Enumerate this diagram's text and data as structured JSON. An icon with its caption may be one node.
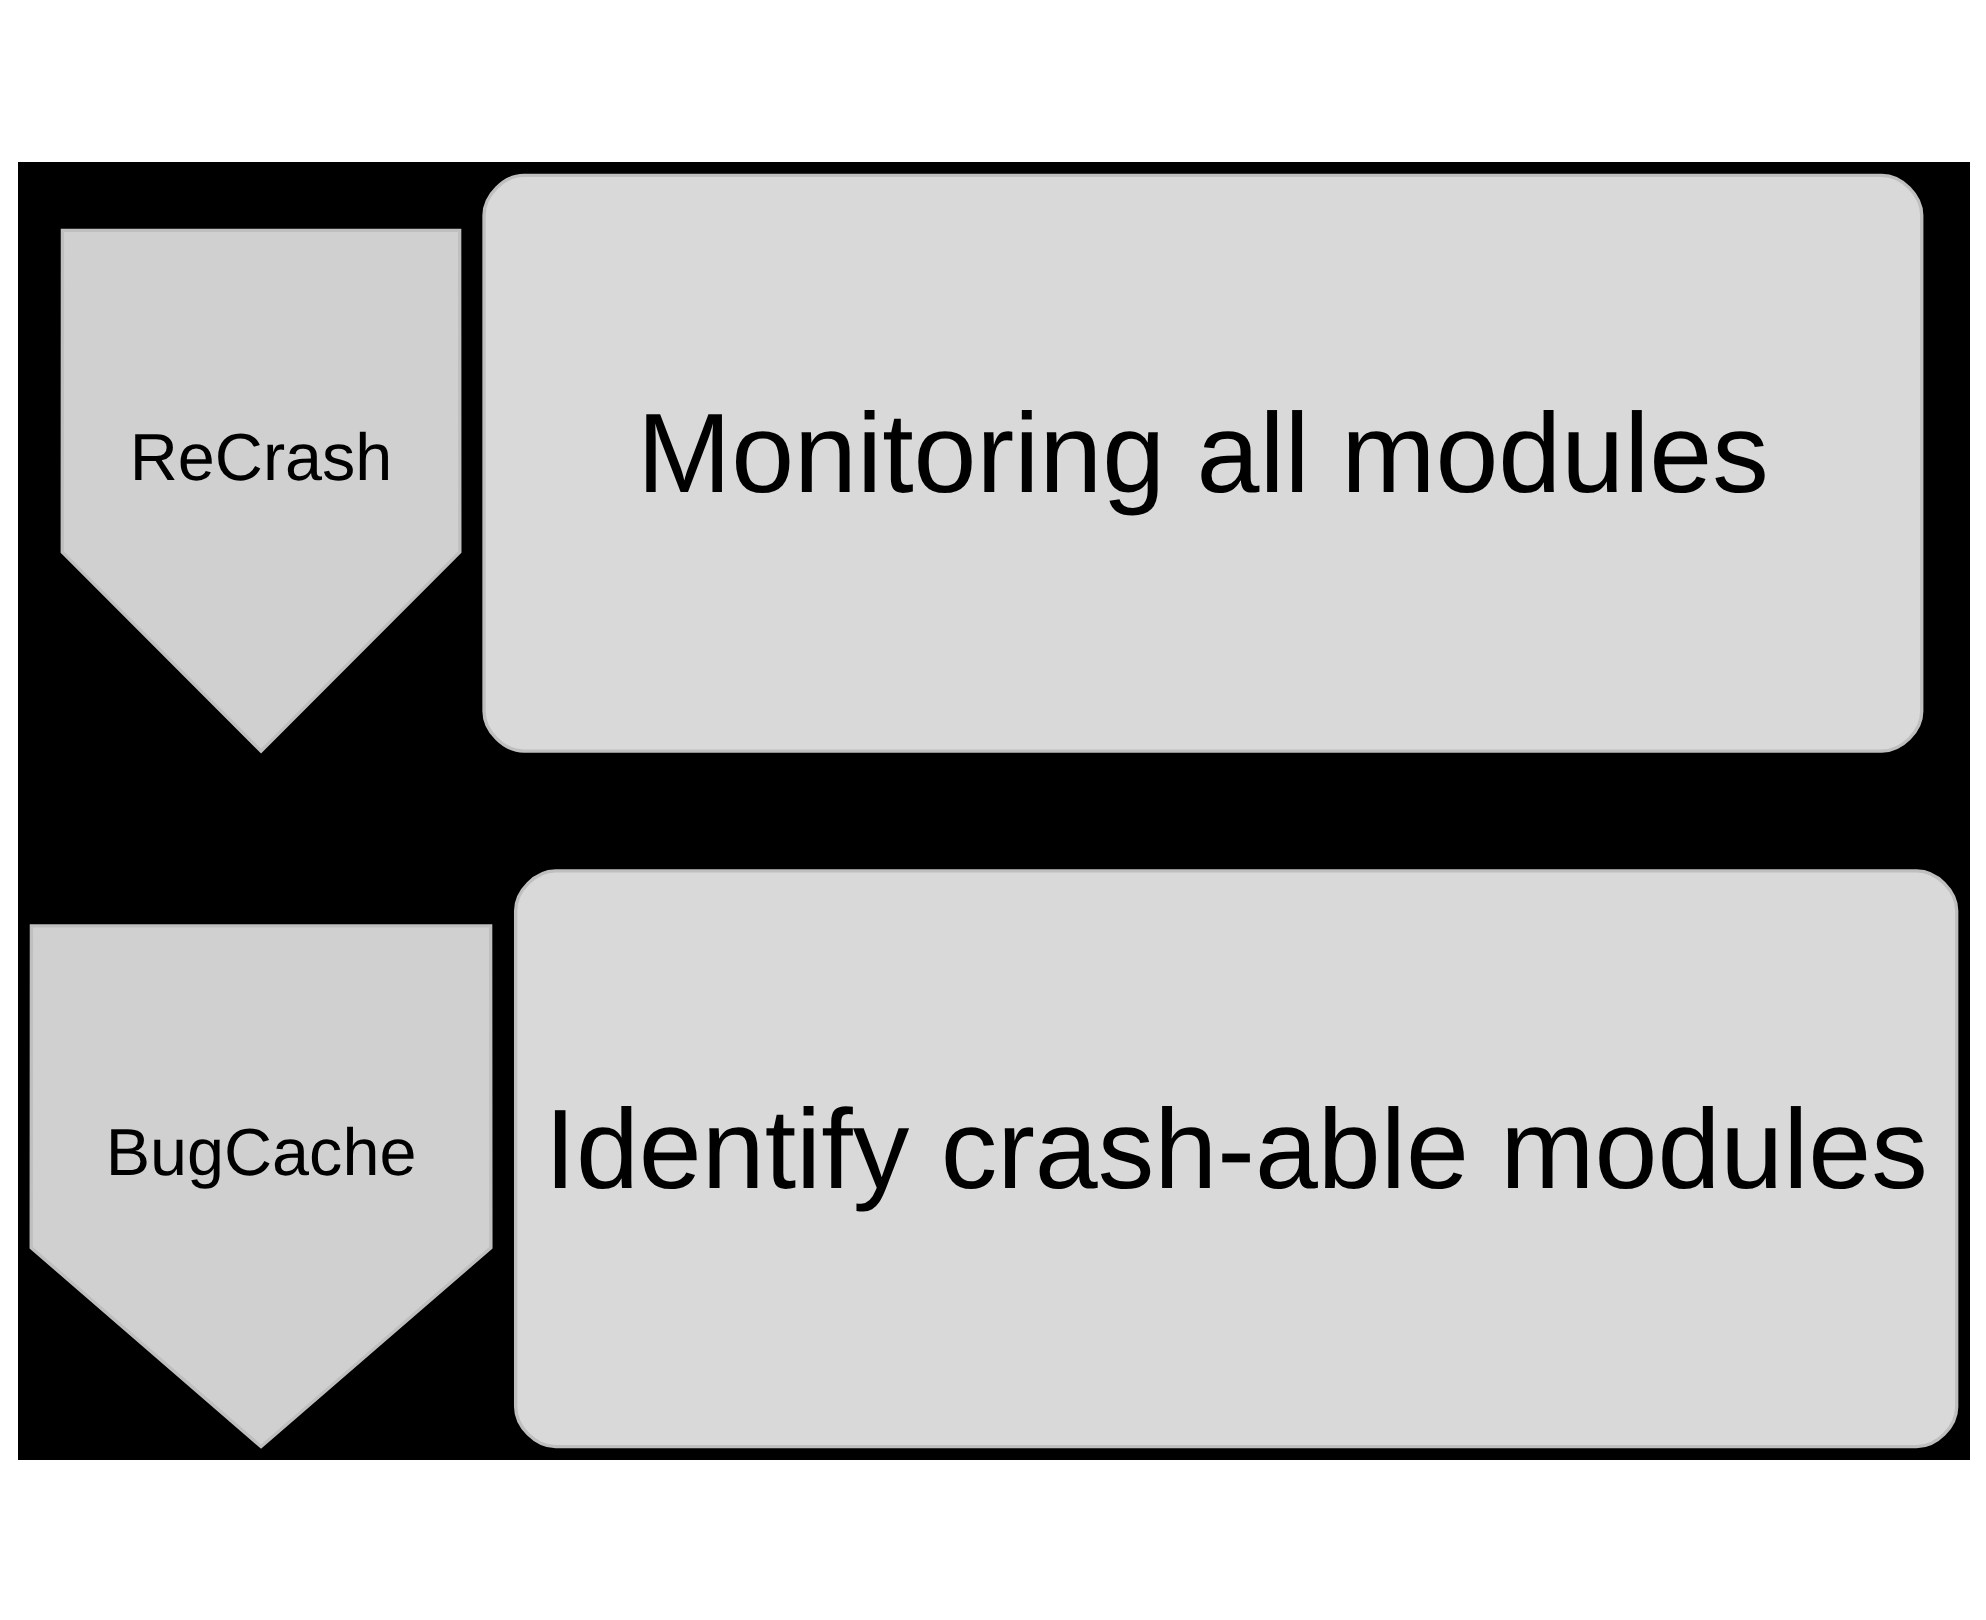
{
  "diagram": {
    "nodes": [
      {
        "text": [
          "ReCrash"
        ]
      },
      {
        "text": [
          "Monitoring all modules"
        ]
      },
      {
        "text": [
          "BugCache"
        ]
      },
      {
        "text": [
          "Identify crash-able modules"
        ]
      }
    ]
  }
}
